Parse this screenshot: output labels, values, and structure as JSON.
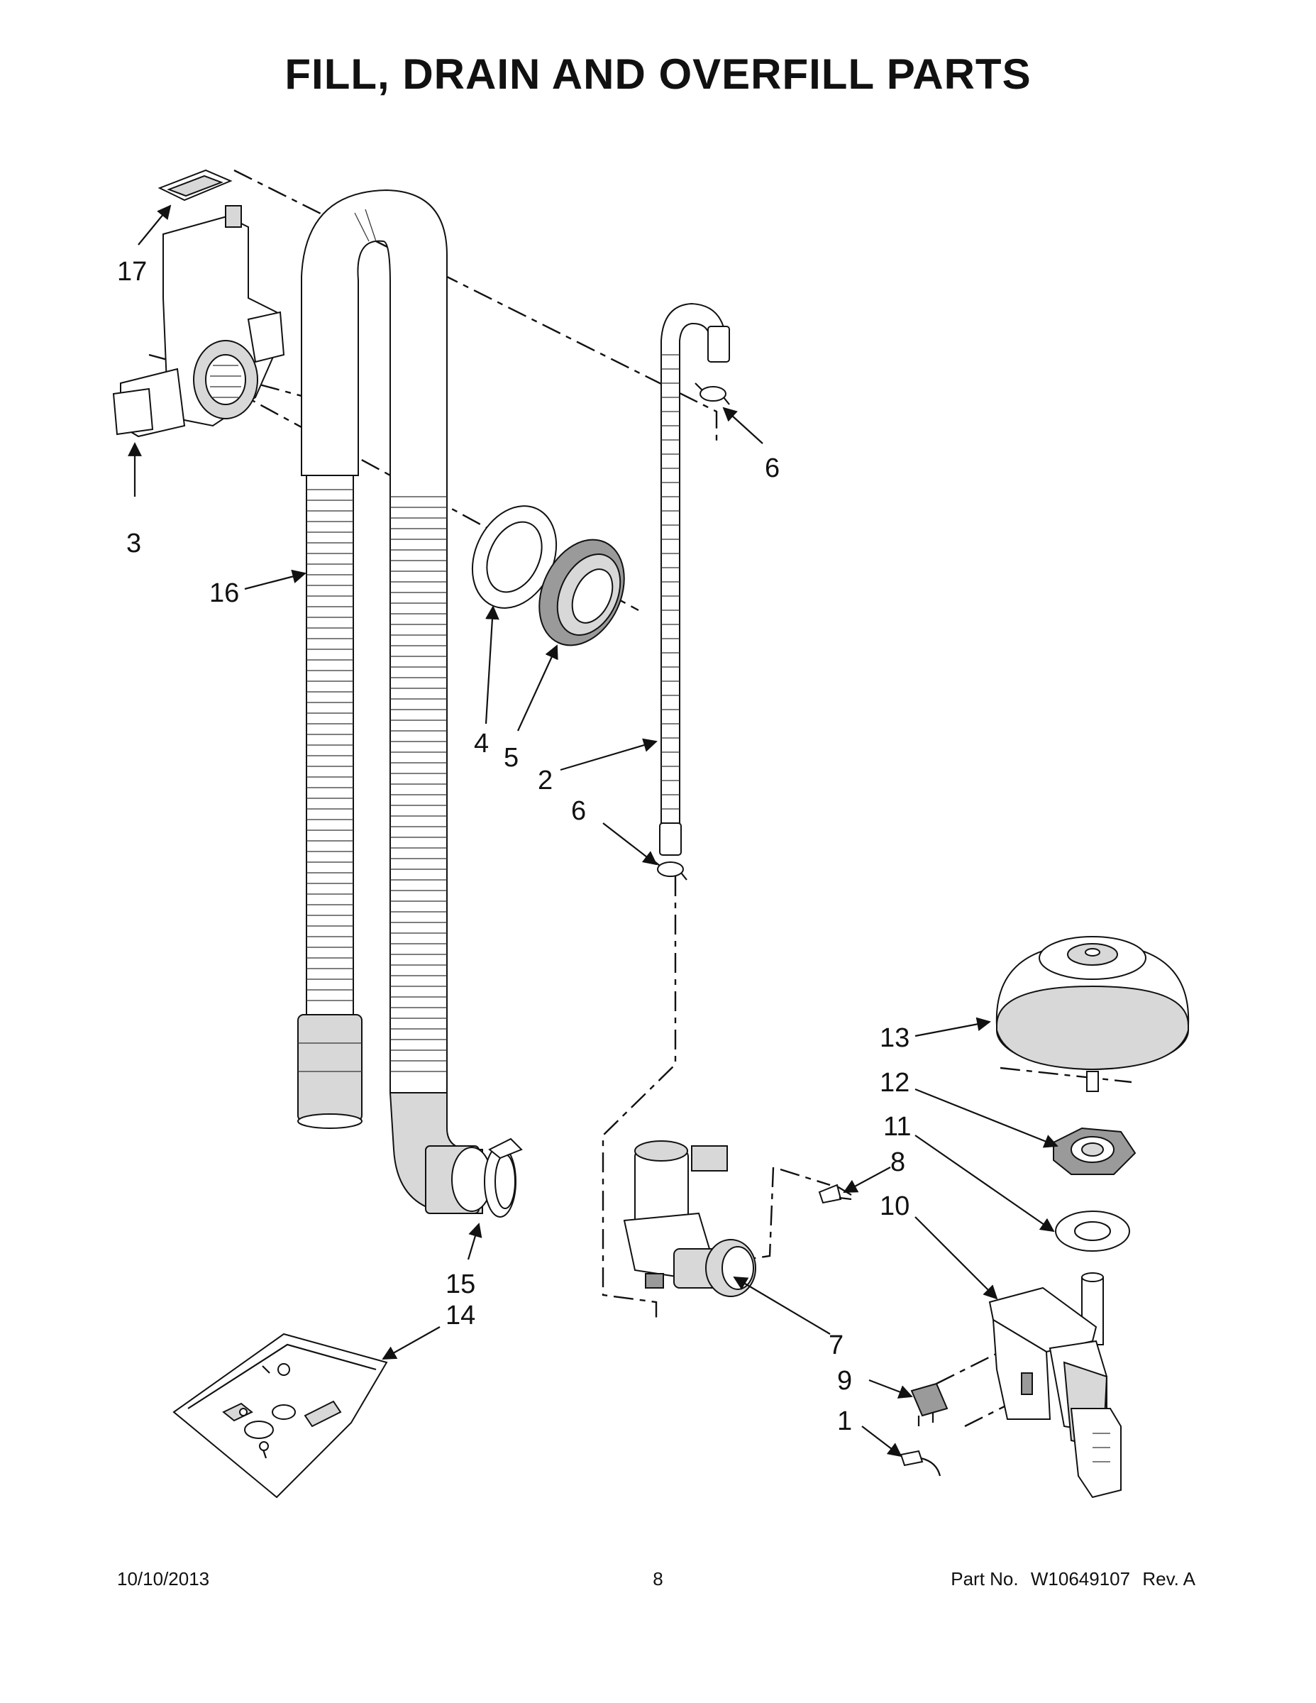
{
  "title": "FILL, DRAIN AND OVERFILL PARTS",
  "callouts": [
    "17",
    "3",
    "16",
    "6",
    "4",
    "5",
    "2",
    "6",
    "13",
    "12",
    "11",
    "8",
    "10",
    "15",
    "14",
    "7",
    "9",
    "1"
  ],
  "footer": {
    "date": "10/10/2013",
    "page": "8",
    "part_label": "Part No.",
    "part_number": "W10649107",
    "rev": "Rev. A"
  }
}
